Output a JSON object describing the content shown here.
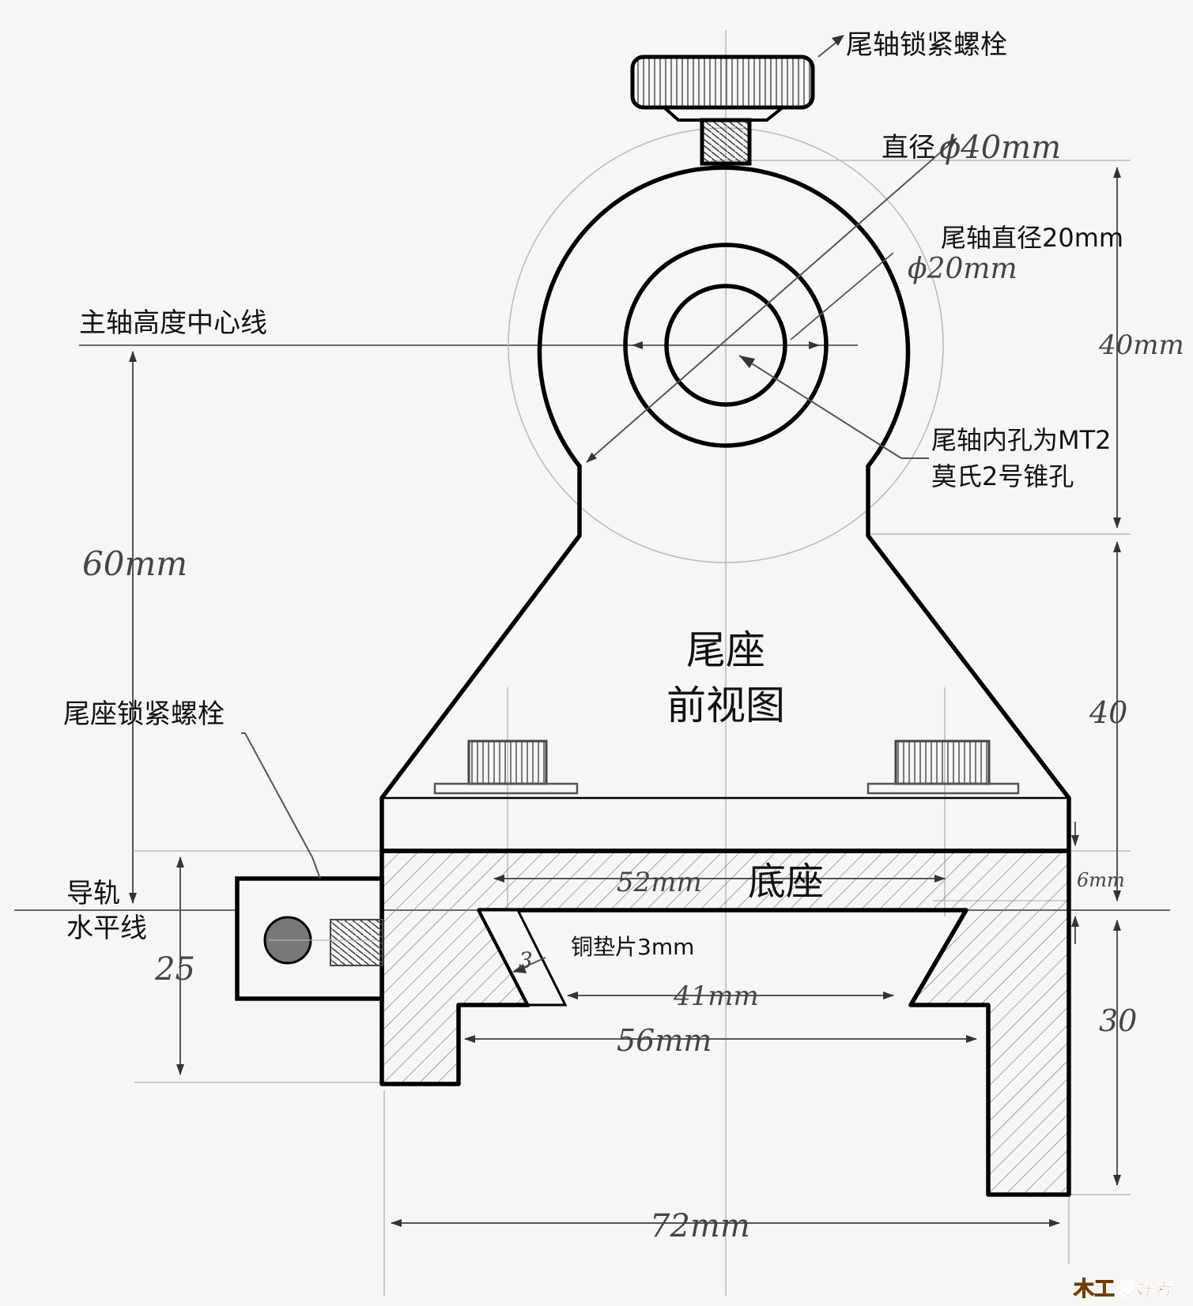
{
  "diagram": {
    "labels": {
      "quill_lock_bolt": "尾轴锁紧螺栓",
      "spindle_centerline": "主轴高度中心线",
      "outer_diameter": "直径",
      "quill_diameter": "尾轴直径20mm",
      "bore_note_line1": "尾轴内孔为MT2",
      "bore_note_line2": "莫氏2号锥孔",
      "title_line1": "尾座",
      "title_line2": "前视图",
      "tailstock_lock_bolt": "尾座锁紧螺栓",
      "base": "底座",
      "rail_line1": "导轨",
      "rail_line2": "水平线",
      "shim": "铜垫片3mm"
    },
    "handwritten": {
      "phi40": "ϕ40mm",
      "phi20": "ϕ20mm",
      "d40mm": "40mm",
      "d60mm": "60mm",
      "d40": "40",
      "d6mm": "6mm",
      "d30": "30",
      "d25": "25",
      "d52mm": "52mm",
      "d41mm": "41mm",
      "d56mm": "56mm",
      "d72mm": "72mm",
      "shim3": "3"
    },
    "watermark": {
      "part_a": "木工",
      "part_b": "爱好者"
    }
  }
}
